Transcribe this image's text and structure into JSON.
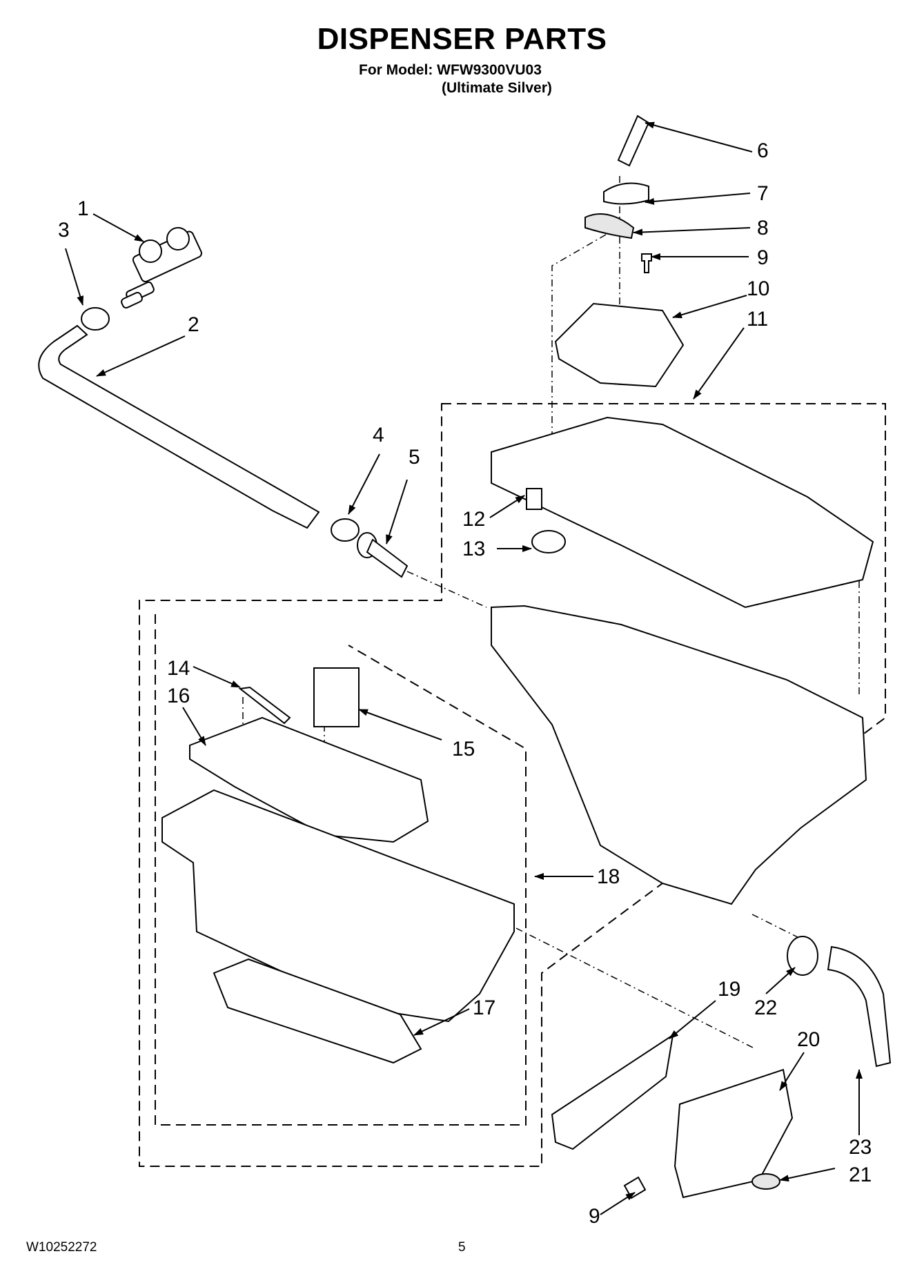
{
  "header": {
    "title": "DISPENSER PARTS",
    "model_line": "For Model: WFW9300VU03",
    "color_line": "(Ultimate Silver)"
  },
  "callouts": {
    "n1": "1",
    "n2": "2",
    "n3": "3",
    "n4": "4",
    "n5": "5",
    "n6": "6",
    "n7": "7",
    "n8": "8",
    "n9a": "9",
    "n9b": "9",
    "n10": "10",
    "n11": "11",
    "n12": "12",
    "n13": "13",
    "n14": "14",
    "n15": "15",
    "n16": "16",
    "n17": "17",
    "n18": "18",
    "n19": "19",
    "n20": "20",
    "n21": "21",
    "n22": "22",
    "n23": "23"
  },
  "footer": {
    "doc_number": "W10252272",
    "page_number": "5"
  }
}
